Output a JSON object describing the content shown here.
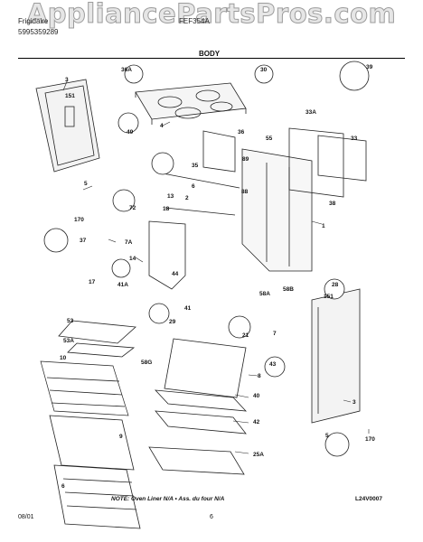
{
  "watermark": "AppliancePartsPros.com",
  "header": {
    "brand": "Frigidaire",
    "model": "FEF354A",
    "part_number": "5995359289",
    "section": "BODY"
  },
  "callouts": [
    "3",
    "151",
    "4",
    "36A",
    "30",
    "39",
    "49",
    "36",
    "33A",
    "55",
    "33",
    "35",
    "89",
    "5",
    "6",
    "13",
    "2",
    "72",
    "18",
    "88",
    "38",
    "1",
    "170",
    "7A",
    "37",
    "14",
    "17",
    "41A",
    "44",
    "58A",
    "58B",
    "151",
    "28",
    "7",
    "53",
    "53A",
    "29",
    "41",
    "21",
    "58G",
    "10",
    "8",
    "43",
    "40",
    "42",
    "9",
    "25A",
    "6",
    "3",
    "5",
    "170"
  ],
  "note": "NOTE: Oven Liner N/A   •   Ass. du four N/A",
  "diagram_code": "L24V0007",
  "footer": {
    "date": "08/01",
    "page": "6"
  }
}
